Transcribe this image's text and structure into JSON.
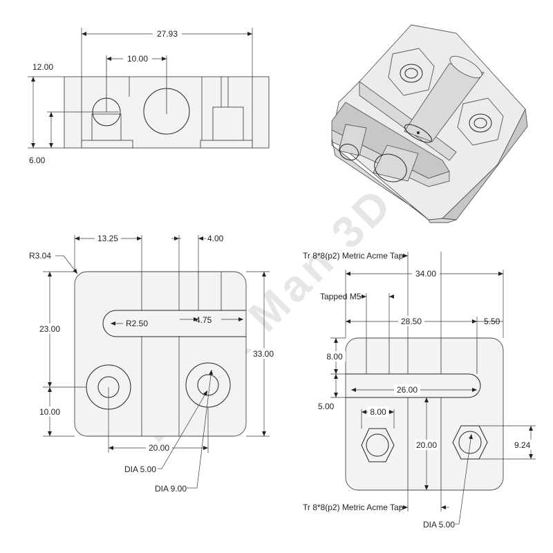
{
  "watermark": "BULK Man 3D",
  "front_view": {
    "width_label": "27.93",
    "spacing_label": "10.00",
    "height_label": "12.00",
    "center_height_label": "6.00"
  },
  "top_view_left": {
    "corner_radius_label": "R3.04",
    "slot_depth_label": "13.25",
    "wall_label": "4.00",
    "slot_radius_label": "R2.50",
    "offset_label": "4.75",
    "upper_height_label": "23.00",
    "total_height_label": "33.00",
    "lower_height_label": "10.00",
    "hole_spacing_label": "20.00",
    "small_dia_label": "DIA 5.00",
    "large_dia_label": "DIA 9.00"
  },
  "top_view_right": {
    "acme_tap_top_label": "Tr 8*8(p2) Metric Acme Tap",
    "total_width_label": "34.00",
    "tapped_label": "Tapped M5",
    "slot_length_label": "28.50",
    "right_margin_label": "5.50",
    "upper_label": "8.00",
    "slot_inner_label": "26.00",
    "slot_width_label": "5.00",
    "nut_width_label": "8.00",
    "lower_height_label": "20.00",
    "nut_across_corners_label": "9.24",
    "acme_tap_bottom_label": "Tr 8*8(p2) Metric Acme Tap",
    "hole_dia_label": "DIA 5.00"
  }
}
